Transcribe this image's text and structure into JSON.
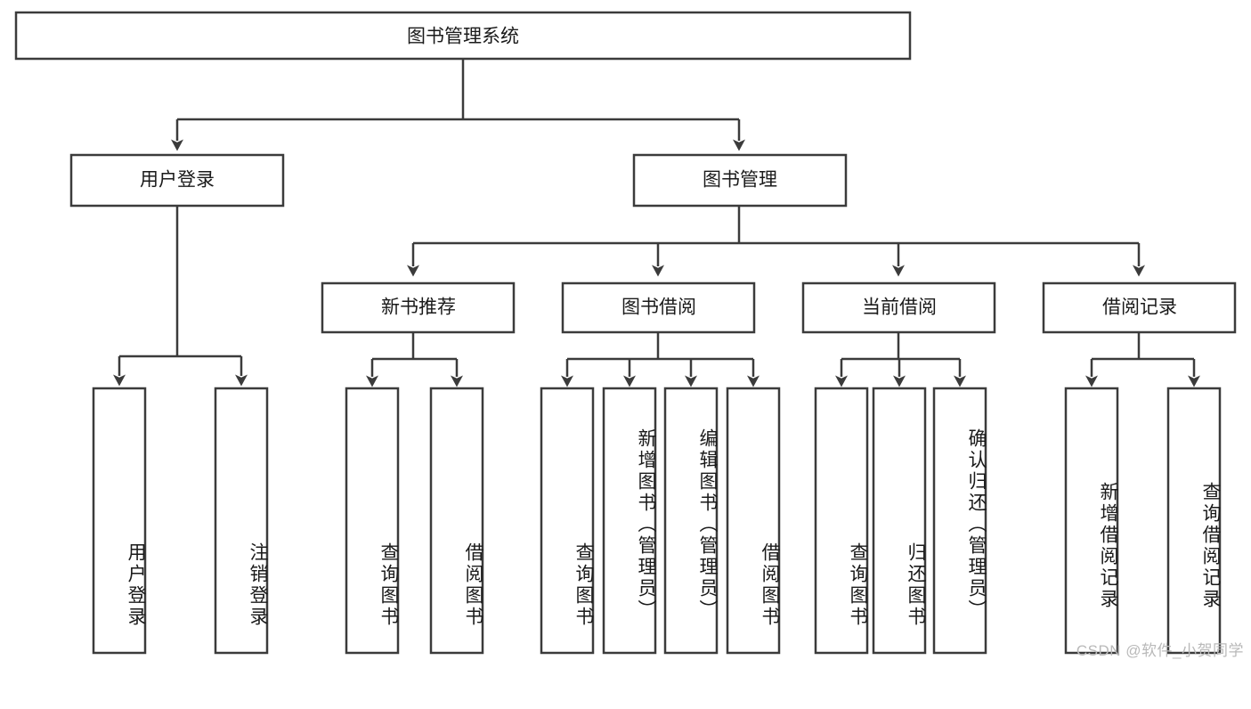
{
  "diagram": {
    "type": "tree",
    "title": "图书管理系统",
    "orientation": "top-down",
    "colors": {
      "box_stroke": "#3b3b3b",
      "box_fill": "#ffffff",
      "text": "#1a1a1a",
      "connector": "#3b3b3b",
      "watermark": "#b9b9b9",
      "background": "#ffffff"
    },
    "root": {
      "label": "图书管理系统"
    },
    "level2": [
      {
        "label": "用户登录"
      },
      {
        "label": "图书管理"
      }
    ],
    "level3": [
      {
        "label": "新书推荐"
      },
      {
        "label": "图书借阅"
      },
      {
        "label": "当前借阅"
      },
      {
        "label": "借阅记录"
      }
    ],
    "leaves": {
      "user_login": [
        {
          "label": "用户登录"
        },
        {
          "label": "注销登录"
        }
      ],
      "new_book_recommend": [
        {
          "label": "查询图书"
        },
        {
          "label": "借阅图书"
        }
      ],
      "book_borrow": [
        {
          "label": "查询图书"
        },
        {
          "label": "新增图书（管理员）"
        },
        {
          "label": "编辑图书（管理员）"
        },
        {
          "label": "借阅图书"
        }
      ],
      "current_borrow": [
        {
          "label": "查询图书"
        },
        {
          "label": "归还图书"
        },
        {
          "label": "确认归还（管理员）"
        }
      ],
      "borrow_record": [
        {
          "label": "新增借阅记录"
        },
        {
          "label": "查询借阅记录"
        }
      ]
    }
  },
  "watermark": {
    "text": "CSDN @软件_小贺同学"
  }
}
